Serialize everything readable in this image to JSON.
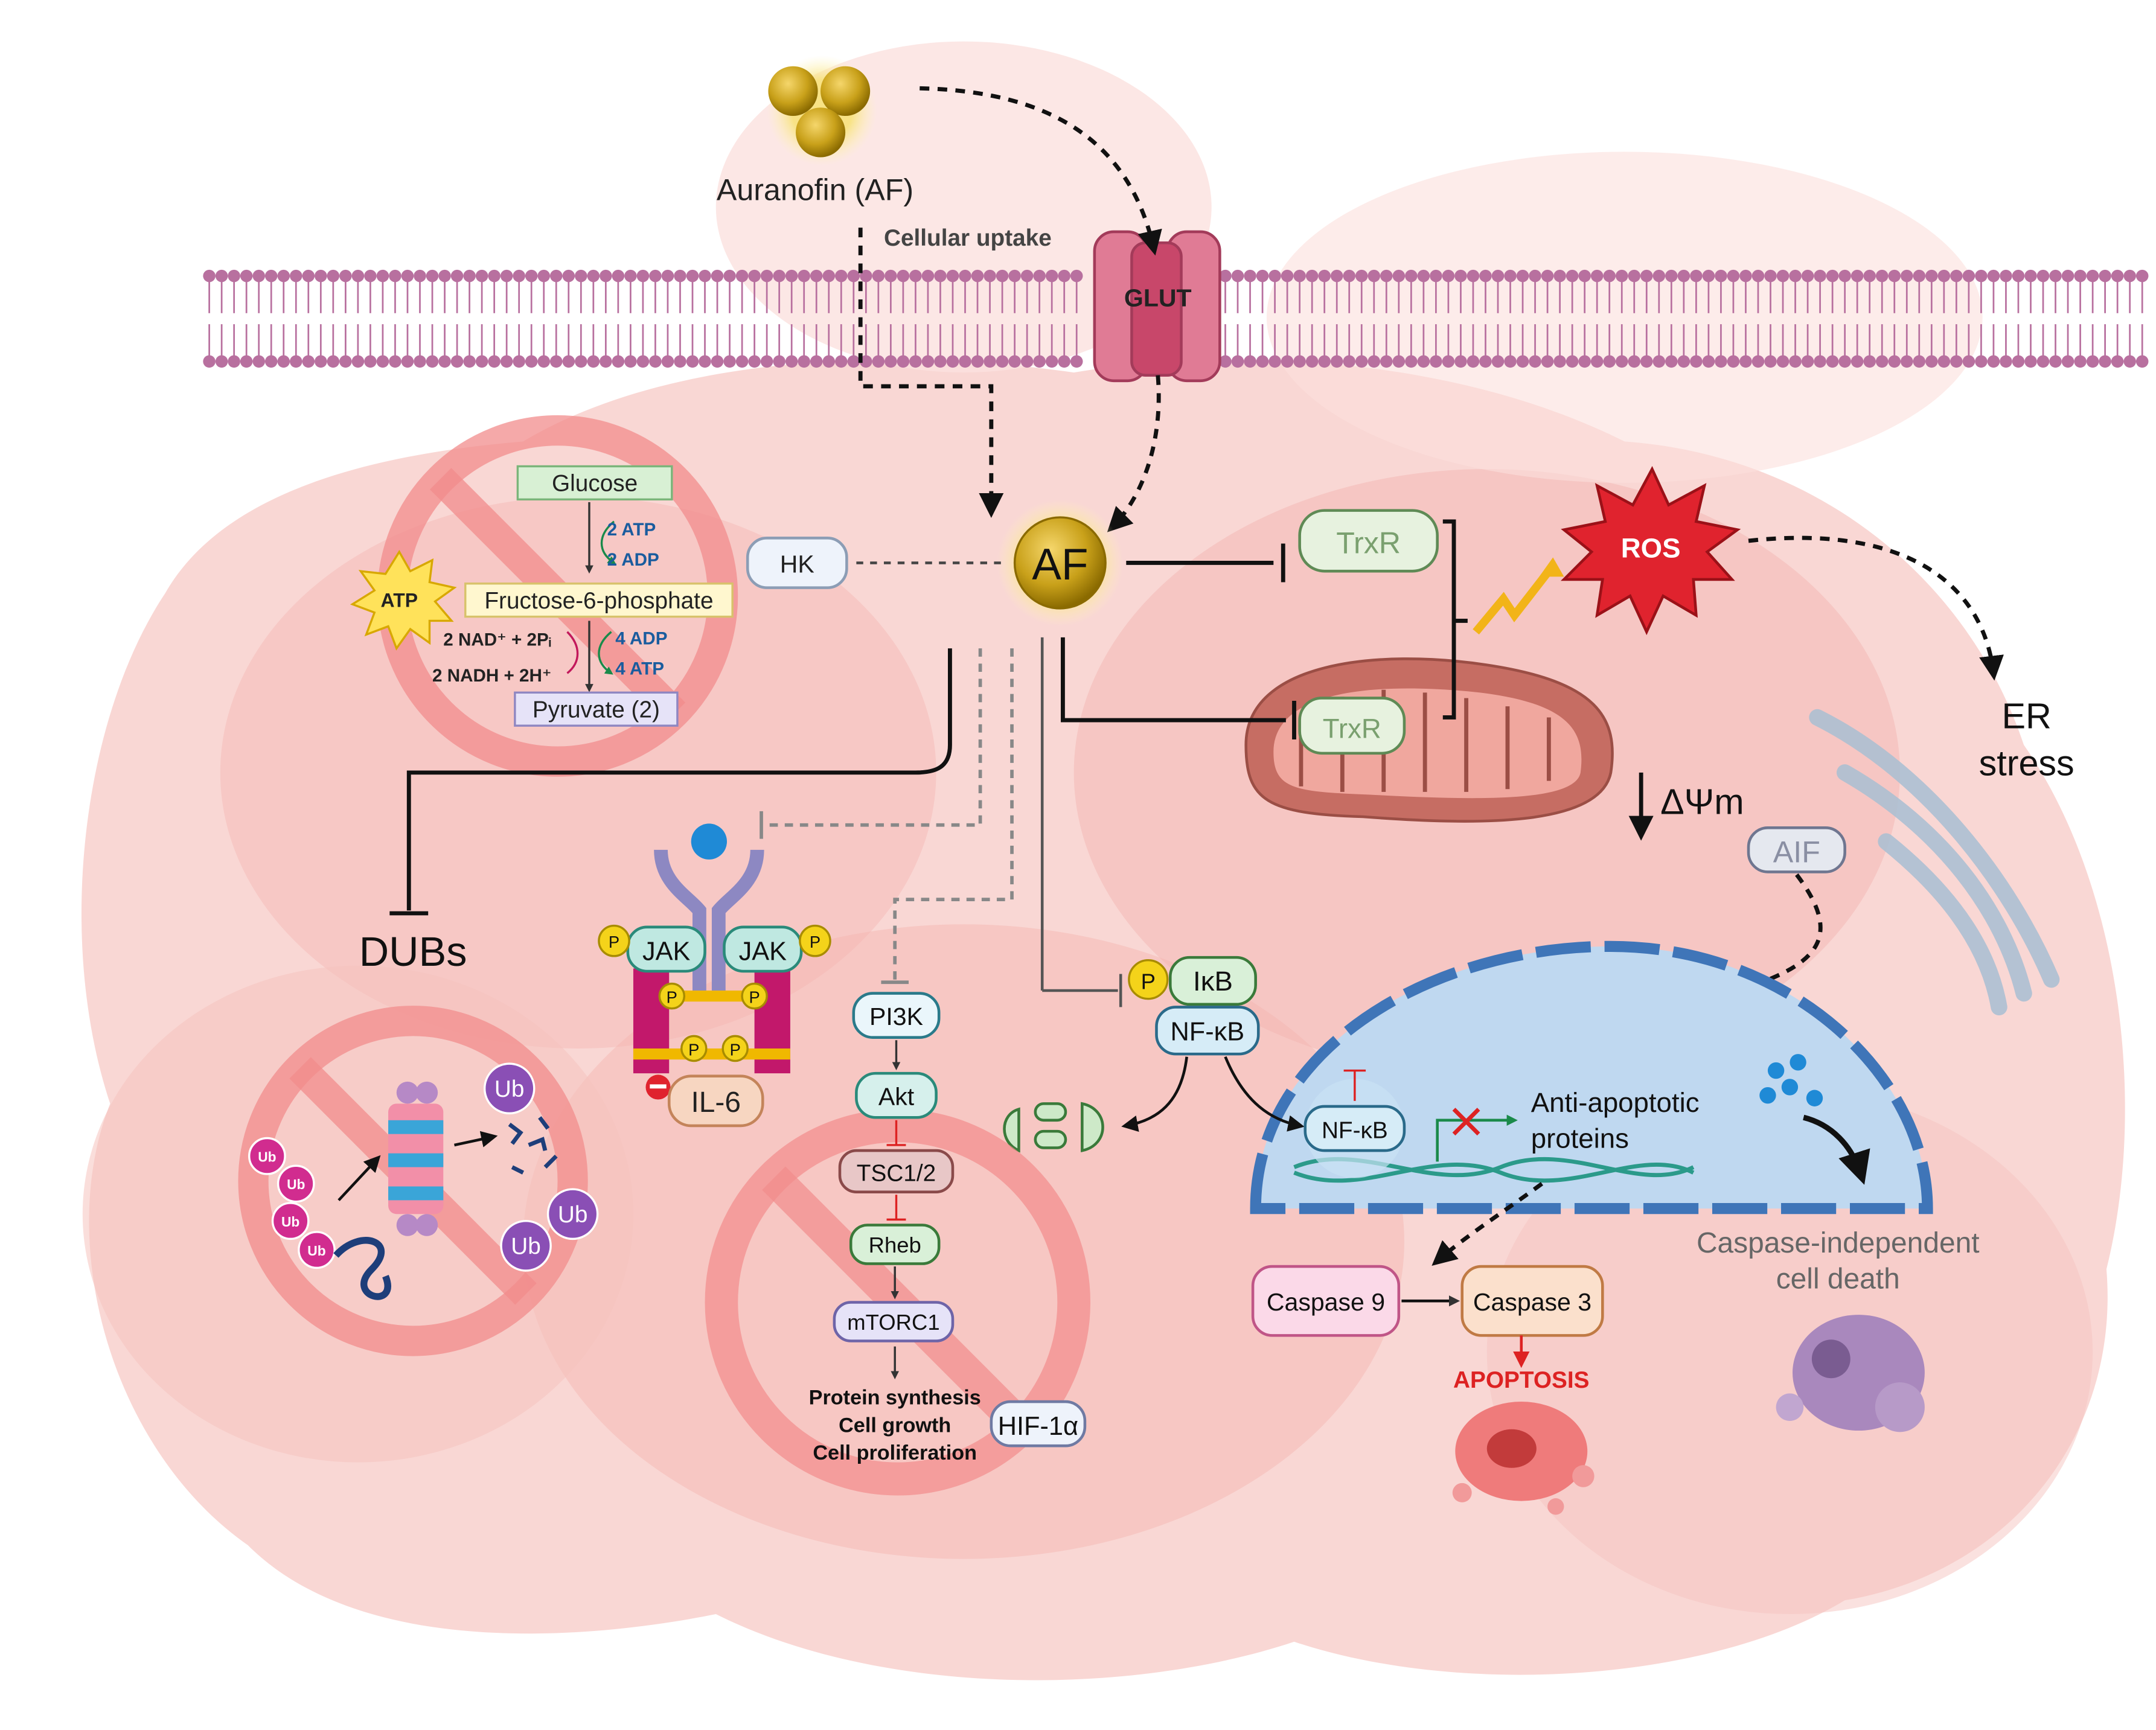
{
  "labels": {
    "auranofin": "Auranofin (AF)",
    "cellular_uptake": "Cellular uptake",
    "glut": "GLUT",
    "af": "AF",
    "hk": "HK",
    "trxr": "TrxR",
    "ros": "ROS",
    "er_stress_1": "ER",
    "er_stress_2": "stress",
    "delta_psi": "ΔΨm",
    "aif": "AIF",
    "dubs": "DUBs",
    "ub": "Ub",
    "jak": "JAK",
    "phospho": "P",
    "il6": "IL-6",
    "pi3k": "PI3K",
    "akt": "Akt",
    "tsc": "TSC1/2",
    "rheb": "Rheb",
    "mtorc1": "mTORC1",
    "outcomes": [
      "Protein synthesis",
      "Cell growth",
      "Cell proliferation"
    ],
    "hif1a": "HIF-1α",
    "ikb": "IκB",
    "nfkb": "NF-κB",
    "anti_apoptotic_1": "Anti-apoptotic",
    "anti_apoptotic_2": "proteins",
    "caspase9": "Caspase 9",
    "caspase3": "Caspase 3",
    "apoptosis": "APOPTOSIS",
    "caspase_independent_1": "Caspase-independent",
    "caspase_independent_2": "cell death"
  },
  "glycolysis": {
    "glucose": "Glucose",
    "step1_in": "2 ATP",
    "step1_out": "2 ADP",
    "f6p": "Fructose-6-phosphate",
    "nad": "2 NAD⁺ + 2Pᵢ",
    "nadh": "2 NADH + 2H⁺",
    "step2_in": "4 ADP",
    "step2_out": "4 ATP",
    "pyruvate": "Pyruvate (2)",
    "atp_burst": "ATP"
  },
  "colors": {
    "membrane": "#b8709f",
    "prohibition": "#f28c8c",
    "gold": "#c9a11a",
    "ros": "#e0232e",
    "nucleus": "#bfd8f0"
  }
}
